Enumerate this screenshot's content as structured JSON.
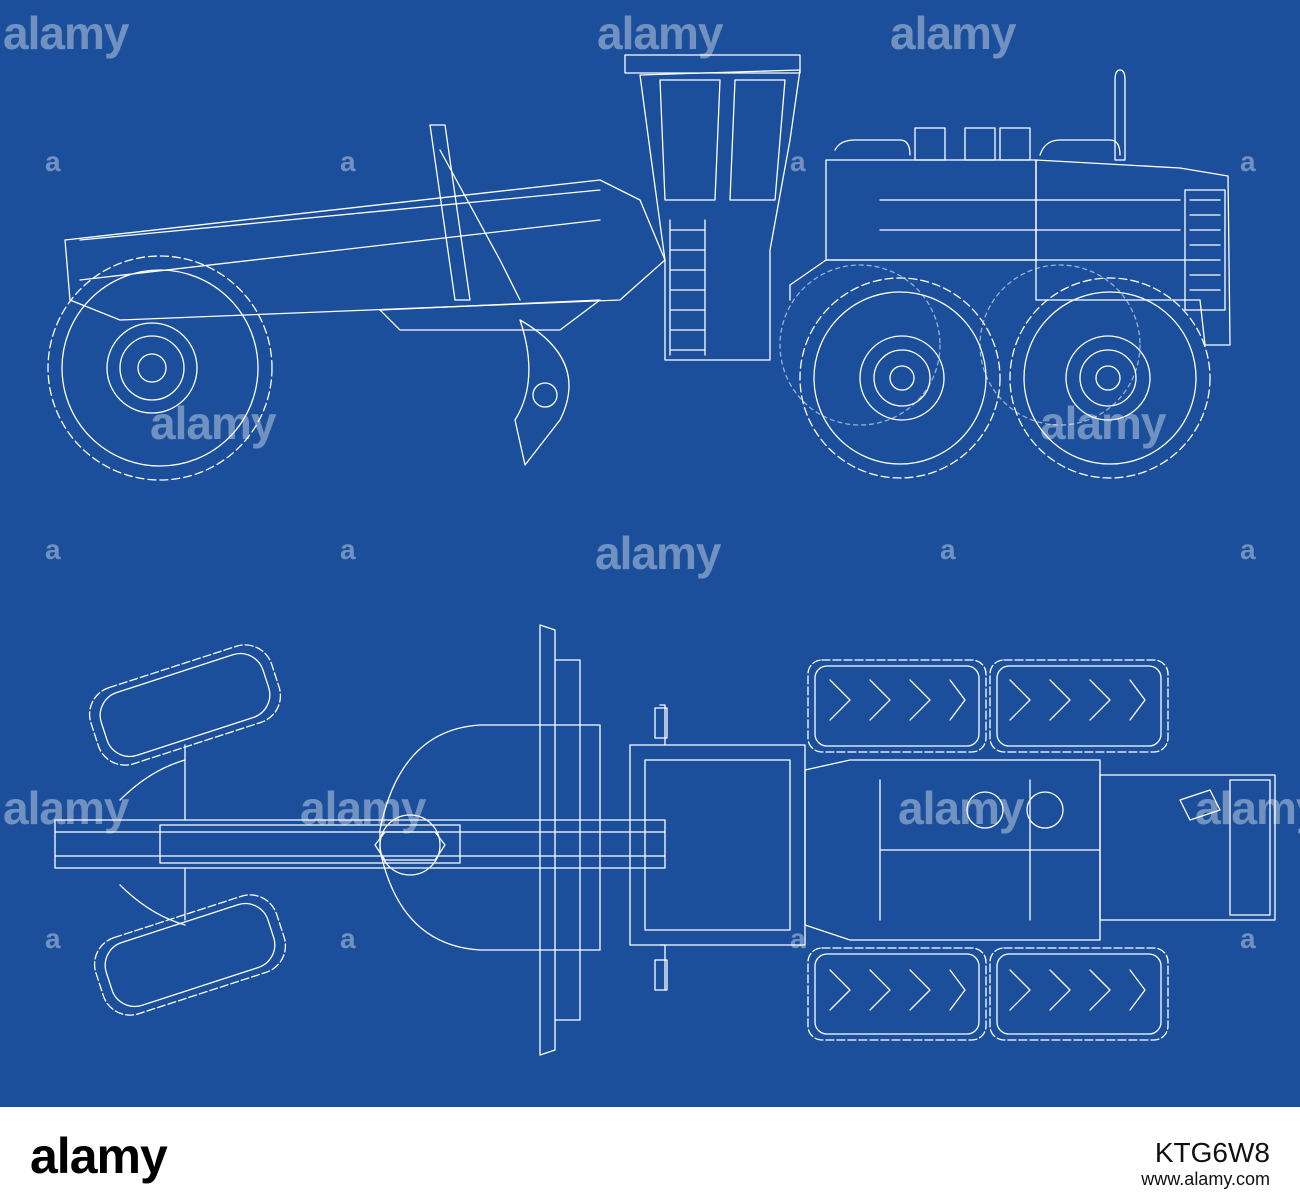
{
  "watermark": {
    "text": "alamy",
    "letter": "a"
  },
  "footer": {
    "logo_text": "alamy",
    "image_id": "KTG6W8",
    "site": "www.alamy.com"
  },
  "colors": {
    "background": "#1b4f9c",
    "lines": "#ffffff"
  }
}
